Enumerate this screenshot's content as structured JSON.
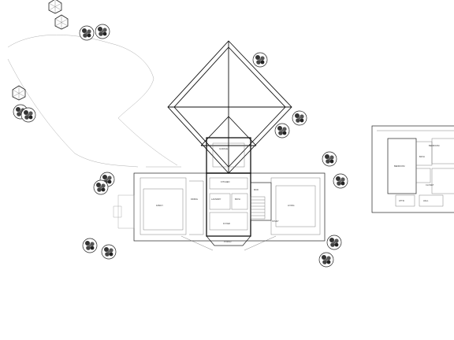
{
  "drawing": {
    "main_labels": {
      "garage": "GARAGE",
      "porch": "PORCH",
      "family": "FAMILY",
      "dining": "DINING",
      "kitchen": "KITCHEN",
      "foyer": "FOYER",
      "study": "STUDY",
      "bath": "BATH",
      "laundry": "LAUNDRY",
      "living": "LIVING",
      "mud": "MUD"
    },
    "inset_labels": {
      "bedroom": "BEDROOM",
      "bath": "BATH",
      "bedroom2": "BEDROOM",
      "closet": "CLOSET",
      "hall": "HALL",
      "attic": "ATTIC"
    }
  }
}
